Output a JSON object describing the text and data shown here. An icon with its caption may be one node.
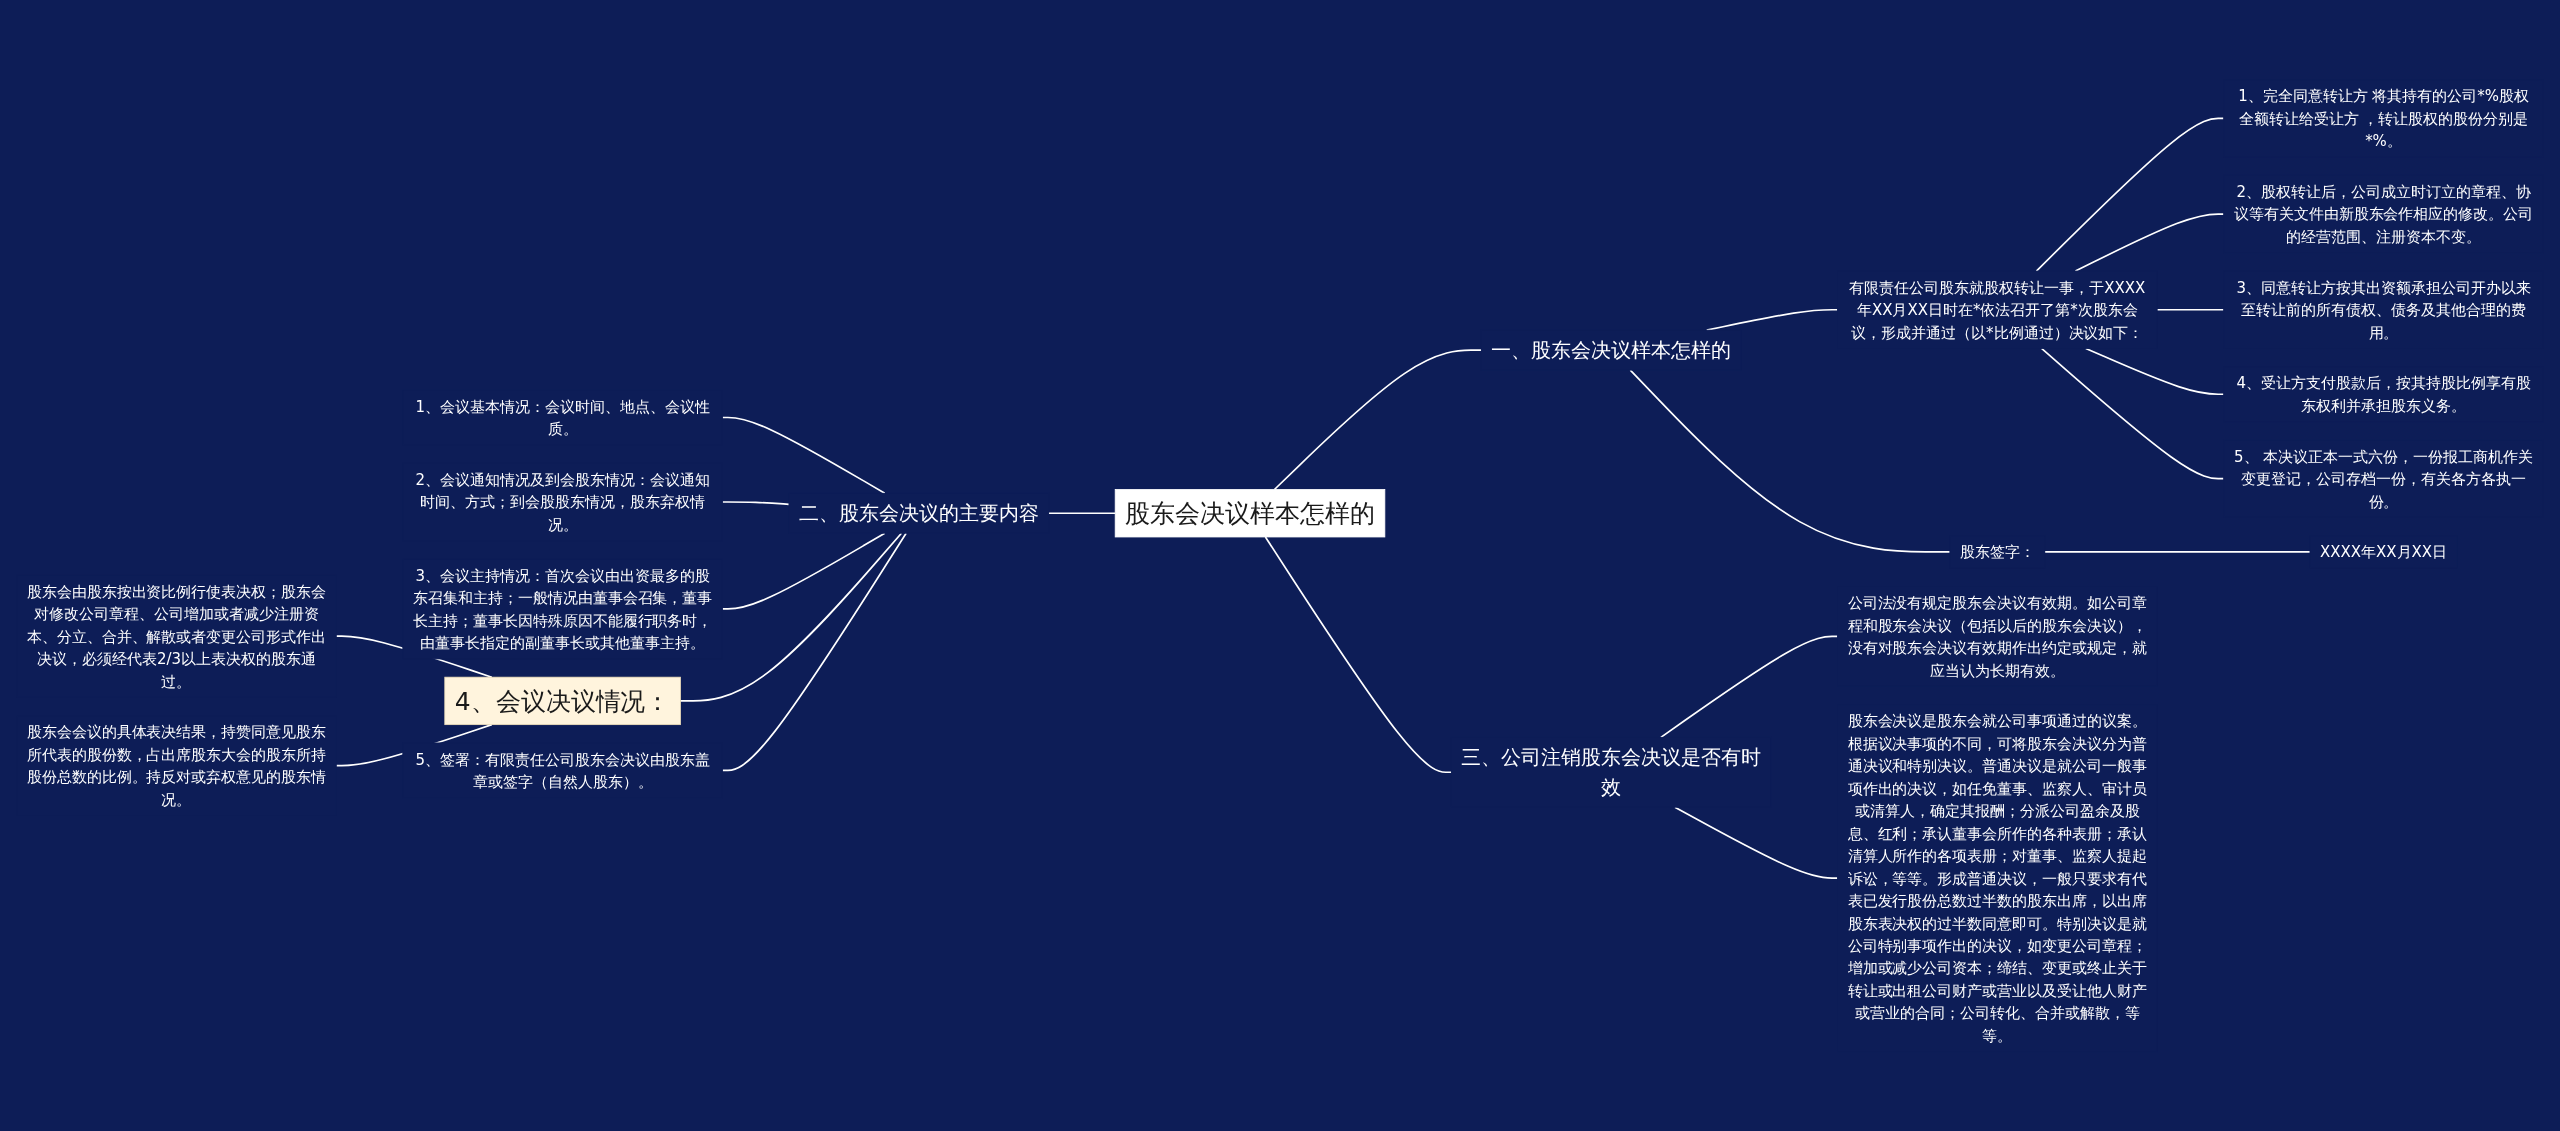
{
  "diagram": {
    "nodes": [
      {
        "text": [
          "股东会决议样本怎样的"
        ]
      },
      {
        "text": [
          "一、股东会决议样本怎样的"
        ]
      },
      {
        "text": [
          "有限责任公司股东就股权转让一事，于XXXX年XX月XX日时在*依法召开了第*次股东会议，形成并通过（以*比例通过）决议如下："
        ]
      },
      {
        "text": [
          "1、完全同意转让方 将其持有的公司*%股权全额转让给受让方 ，转让股权的股份分别是*%。"
        ]
      },
      {
        "text": [
          "2、股权转让后，公司成立时订立的章程、协议等有关文件由新股东会作相应的修改。公司的经营范围、注册资本不变。"
        ]
      },
      {
        "text": [
          "3、同意转让方按其出资额承担公司开办以来至转让前的所有债权、债务及其他合理的费用。"
        ]
      },
      {
        "text": [
          "4、受让方支付股款后，按其持股比例享有股东权利并承担股东义务。"
        ]
      },
      {
        "text": [
          "5、 本决议正本一式六份，一份报工商机作关变更登记，公司存档一份，有关各方各执一份。"
        ]
      },
      {
        "text": [
          "股东签字："
        ]
      },
      {
        "text": [
          "XXXX年XX月XX日"
        ]
      },
      {
        "text": [
          "三、公司注销股东会决议是否有时效"
        ]
      },
      {
        "text": [
          "公司法没有规定股东会决议有效期。如公司章程和股东会决议（包括以后的股东会决议），没有对股东会决议有效期作出约定或规定，就应当认为长期有效。"
        ]
      },
      {
        "text": [
          "股东会决议是股东会就公司事项通过的议案。根据议决事项的不同，可将股东会决议分为普通决议和特别决议。普通决议是就公司一般事项作出的决议，如任免董事、监察人、审计员或清算人，确定其报酬；分派公司盈余及股息、红利；承认董事会所作的各种表册；承认清算人所作的各项表册；对董事、监察人提起诉讼，等等。形成普通决议，一般只要求有代表已发行股份总数过半数的股东出席，以出席股东表决权的过半数同意即可。特别决议是就公司特别事项作出的决议，如变更公司章程；增加或减少公司资本；缔结、变更或终止关于转让或出租公司财产或营业以及受让他人财产或营业的合同；公司转化、合并或解散，等等。"
        ]
      },
      {
        "text": [
          "二、股东会决议的主要内容"
        ]
      },
      {
        "text": [
          "1、会议基本情况：会议时间、地点、会议性质。"
        ]
      },
      {
        "text": [
          "2、会议通知情况及到会股东情况：会议通知时间、方式；到会股股东情况，股东弃权情况。"
        ]
      },
      {
        "text": [
          "3、会议主持情况：首次会议由出资最多的股东召集和主持；一般情况由董事会召集，董事长主持；董事长因特殊原因不能履行职务时，由董事长指定的副董事长或其他董事主持。"
        ]
      },
      {
        "text": [
          "4、会议决议情况："
        ]
      },
      {
        "text": [
          "股东会由股东按出资比例行使表决权；股东会对修改公司章程、公司增加或者减少注册资本、分立、合并、解散或者变更公司形式作出决议，必须经代表2/3以上表决权的股东通过。"
        ]
      },
      {
        "text": [
          "股东会会议的具体表决结果，持赞同意见股东所代表的股份数，占出席股东大会的股东所持股份总数的比例。持反对或弃权意见的股东情况。"
        ]
      },
      {
        "text": [
          "5、签署：有限责任公司股东会决议由股东盖章或签字（自然人股东）。"
        ]
      }
    ],
    "edges": [
      {
        "from": 0,
        "to": 1,
        "arrow": "none"
      },
      {
        "from": 1,
        "to": 2,
        "arrow": "none"
      },
      {
        "from": 2,
        "to": 3,
        "arrow": "none"
      },
      {
        "from": 2,
        "to": 4,
        "arrow": "none"
      },
      {
        "from": 2,
        "to": 5,
        "arrow": "none"
      },
      {
        "from": 2,
        "to": 6,
        "arrow": "none"
      },
      {
        "from": 2,
        "to": 7,
        "arrow": "none"
      },
      {
        "from": 1,
        "to": 8,
        "arrow": "none"
      },
      {
        "from": 8,
        "to": 9,
        "arrow": "none"
      },
      {
        "from": 0,
        "to": 10,
        "arrow": "none"
      },
      {
        "from": 10,
        "to": 11,
        "arrow": "none"
      },
      {
        "from": 10,
        "to": 12,
        "arrow": "none"
      },
      {
        "from": 13,
        "to": 0,
        "arrow": "none"
      },
      {
        "from": 14,
        "to": 13,
        "arrow": "none"
      },
      {
        "from": 15,
        "to": 13,
        "arrow": "none"
      },
      {
        "from": 16,
        "to": 13,
        "arrow": "none"
      },
      {
        "from": 17,
        "to": 13,
        "arrow": "none"
      },
      {
        "from": 18,
        "to": 17,
        "arrow": "none"
      },
      {
        "from": 19,
        "to": 17,
        "arrow": "none"
      },
      {
        "from": 20,
        "to": 13,
        "arrow": "none"
      }
    ]
  }
}
